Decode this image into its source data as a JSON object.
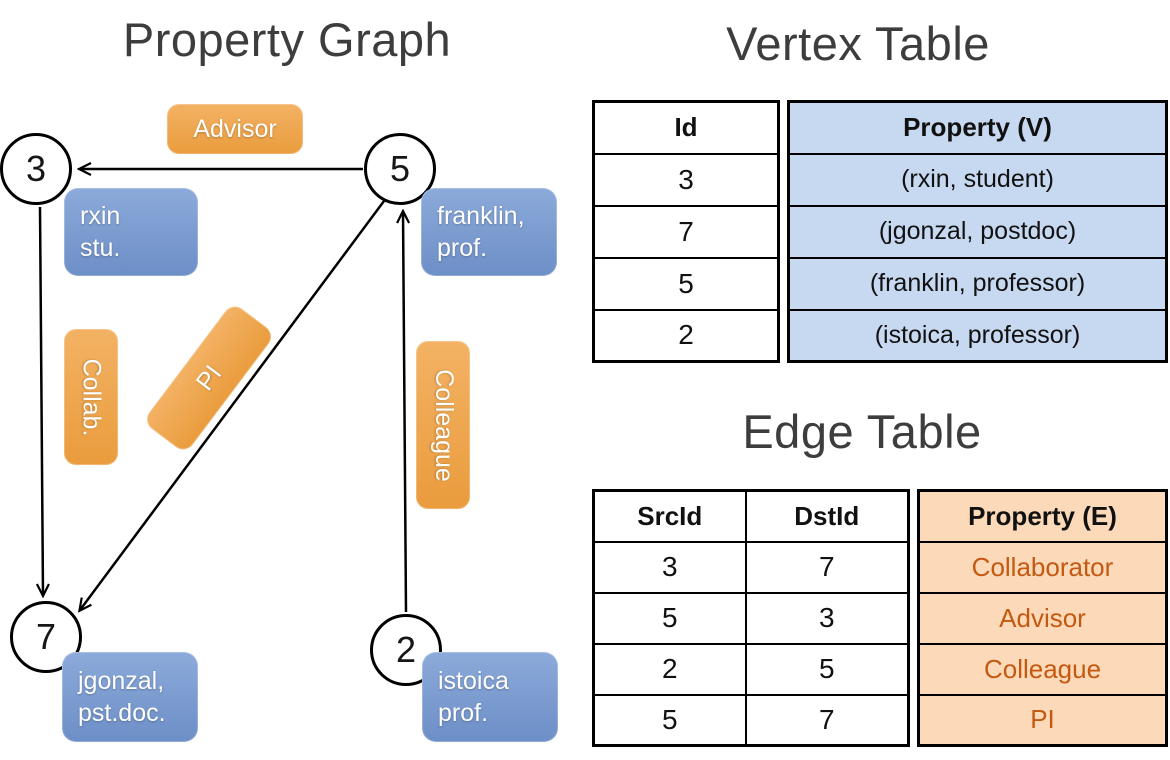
{
  "graph": {
    "title": "Property Graph",
    "nodes": [
      {
        "id": "3",
        "label": "3"
      },
      {
        "id": "5",
        "label": "5"
      },
      {
        "id": "7",
        "label": "7"
      },
      {
        "id": "2",
        "label": "2"
      }
    ],
    "vertex_labels": [
      {
        "node": "3",
        "lines": [
          "rxin",
          "stu."
        ]
      },
      {
        "node": "5",
        "lines": [
          "franklin,",
          "prof."
        ]
      },
      {
        "node": "7",
        "lines": [
          "jgonzal,",
          "pst.doc."
        ]
      },
      {
        "node": "2",
        "lines": [
          "istoica",
          "prof."
        ]
      }
    ],
    "edge_labels": [
      "Advisor",
      "Collab.",
      "PI",
      "Colleague"
    ]
  },
  "vertex_table": {
    "title": "Vertex Table",
    "columns": [
      "Id",
      "Property (V)"
    ],
    "rows": [
      [
        "3",
        "(rxin, student)"
      ],
      [
        "7",
        "(jgonzal, postdoc)"
      ],
      [
        "5",
        "(franklin, professor)"
      ],
      [
        "2",
        "(istoica, professor)"
      ]
    ]
  },
  "edge_table": {
    "title": "Edge Table",
    "columns": [
      "SrcId",
      "DstId",
      "Property (E)"
    ],
    "rows": [
      [
        "3",
        "7",
        "Collaborator"
      ],
      [
        "5",
        "3",
        "Advisor"
      ],
      [
        "2",
        "5",
        "Colleague"
      ],
      [
        "5",
        "7",
        "PI"
      ]
    ]
  },
  "colors": {
    "title_text": "#3d3d3d",
    "vertex_box_top": "#8caada",
    "vertex_box_bottom": "#6d8fc7",
    "edge_box_top": "#f3b264",
    "edge_box_bottom": "#ea9c3d",
    "vertex_cell_bg": "#c7d9f1",
    "edge_cell_bg": "#fcd9b8",
    "edge_property_text": "#c45911",
    "line": "#000000"
  }
}
